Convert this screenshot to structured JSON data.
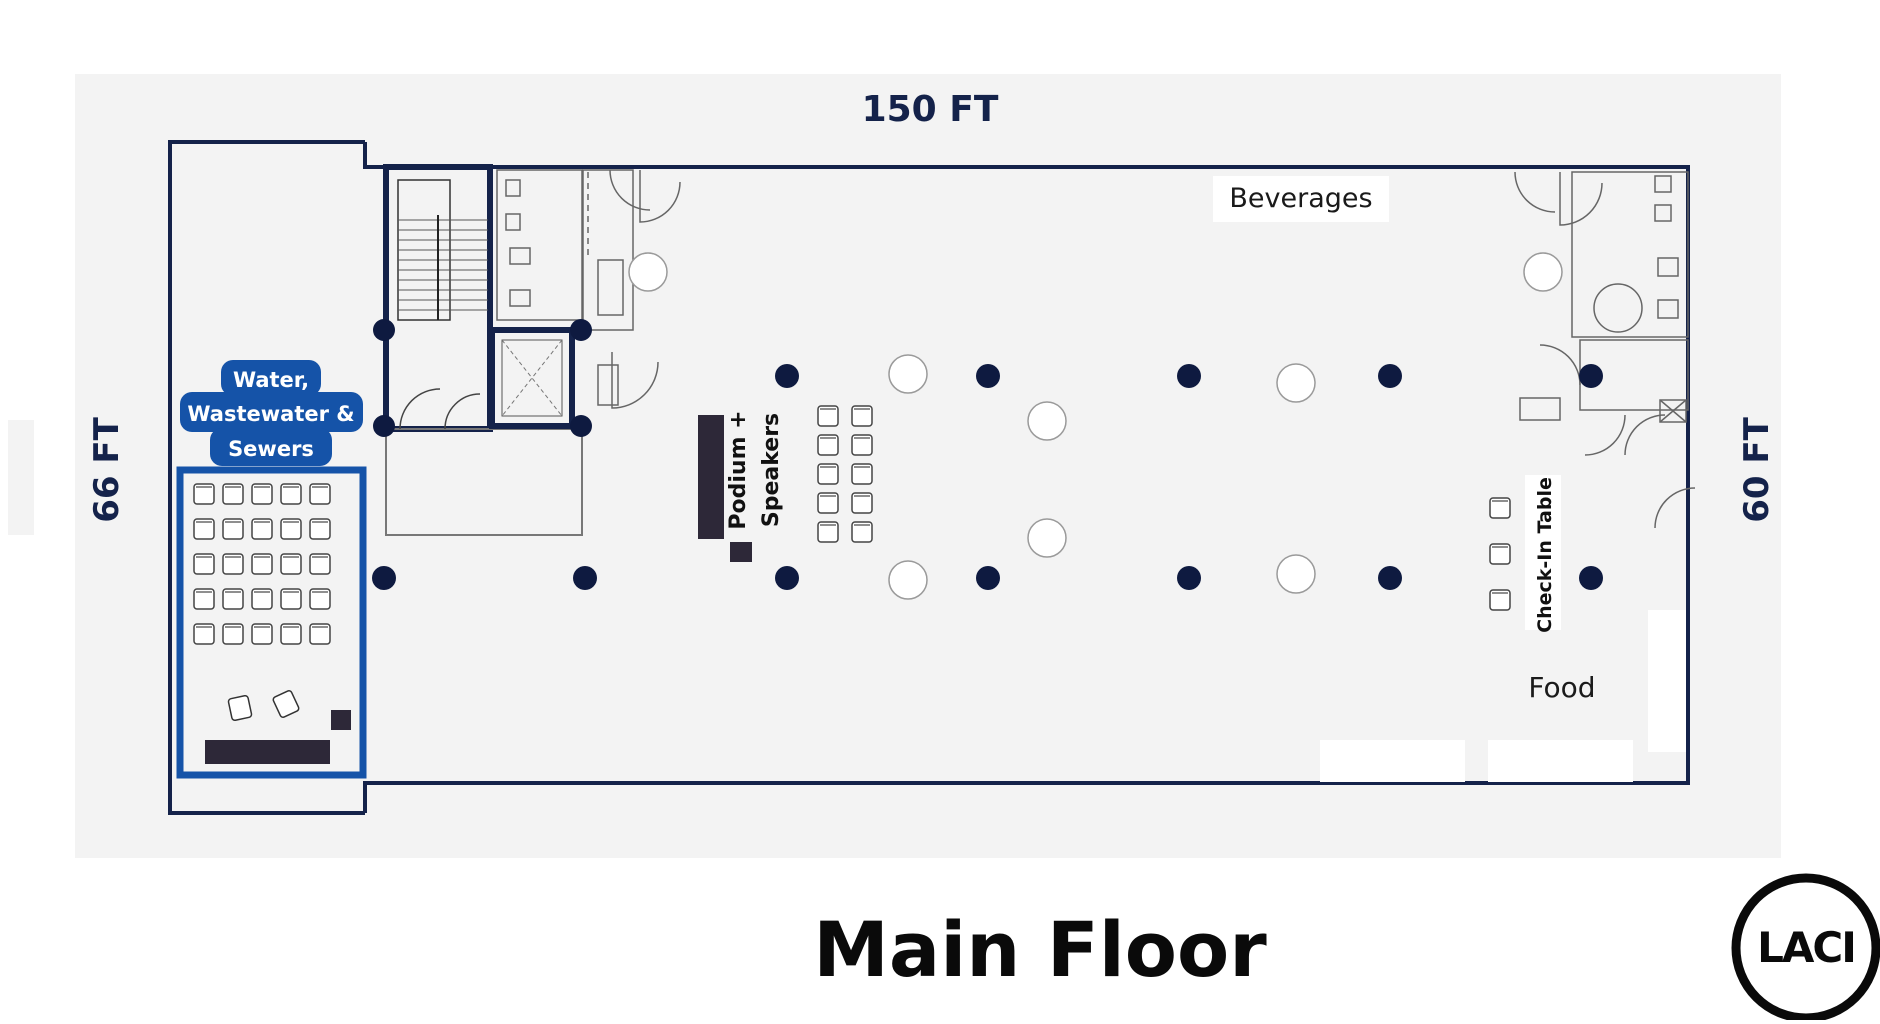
{
  "dimensions": {
    "top": "150 FT",
    "left": "66 FT",
    "right": "60 FT"
  },
  "labels": {
    "beverages": "Beverages",
    "food": "Food",
    "check_in": "Check-In Table",
    "podium_line1": "Podium +",
    "podium_line2": "Speakers",
    "room_line1": "Water,",
    "room_line2": "Wastewater &",
    "room_line3": "Sewers"
  },
  "title": "Main Floor",
  "logo": "LACI",
  "colors": {
    "floor": "#f3f3f3",
    "wall": "#14224a",
    "column": "#0e1a40",
    "highlight": "#1553a8",
    "label_bg": "#ffffff"
  }
}
